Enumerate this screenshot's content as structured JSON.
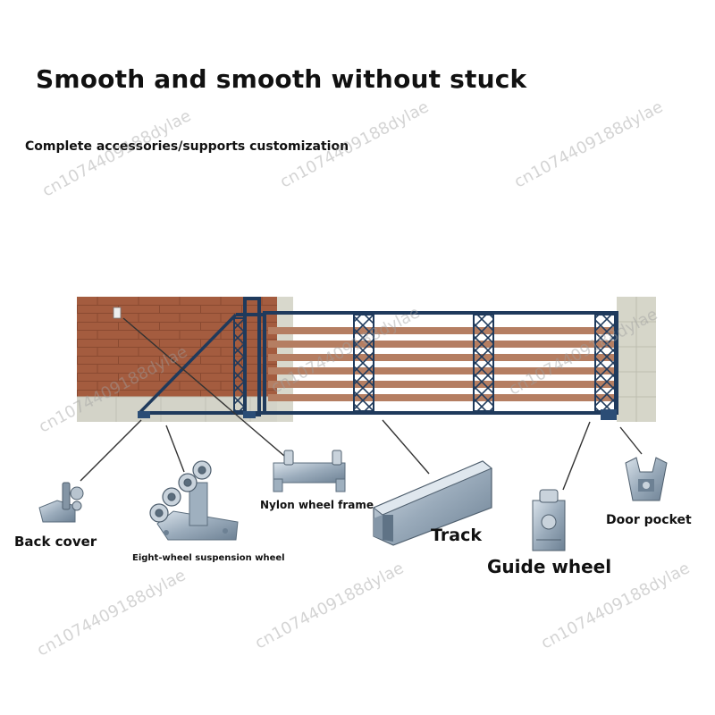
{
  "headline": "Smooth and smooth without stuck",
  "subline": "Complete accessories/supports customization",
  "labels": {
    "back_cover": "Back cover",
    "suspension_wheel": "Eight-wheel suspension wheel",
    "nylon_frame": "Nylon wheel frame",
    "track": "Track",
    "guide_wheel": "Guide wheel",
    "door_pocket": "Door pocket"
  },
  "watermark": "cn1074409188dylae",
  "colors": {
    "gate_frame": "#1f3a5c",
    "wood_slat": "#b07a5e",
    "brick": "#a0593c",
    "steel": "#9fb0bf"
  }
}
